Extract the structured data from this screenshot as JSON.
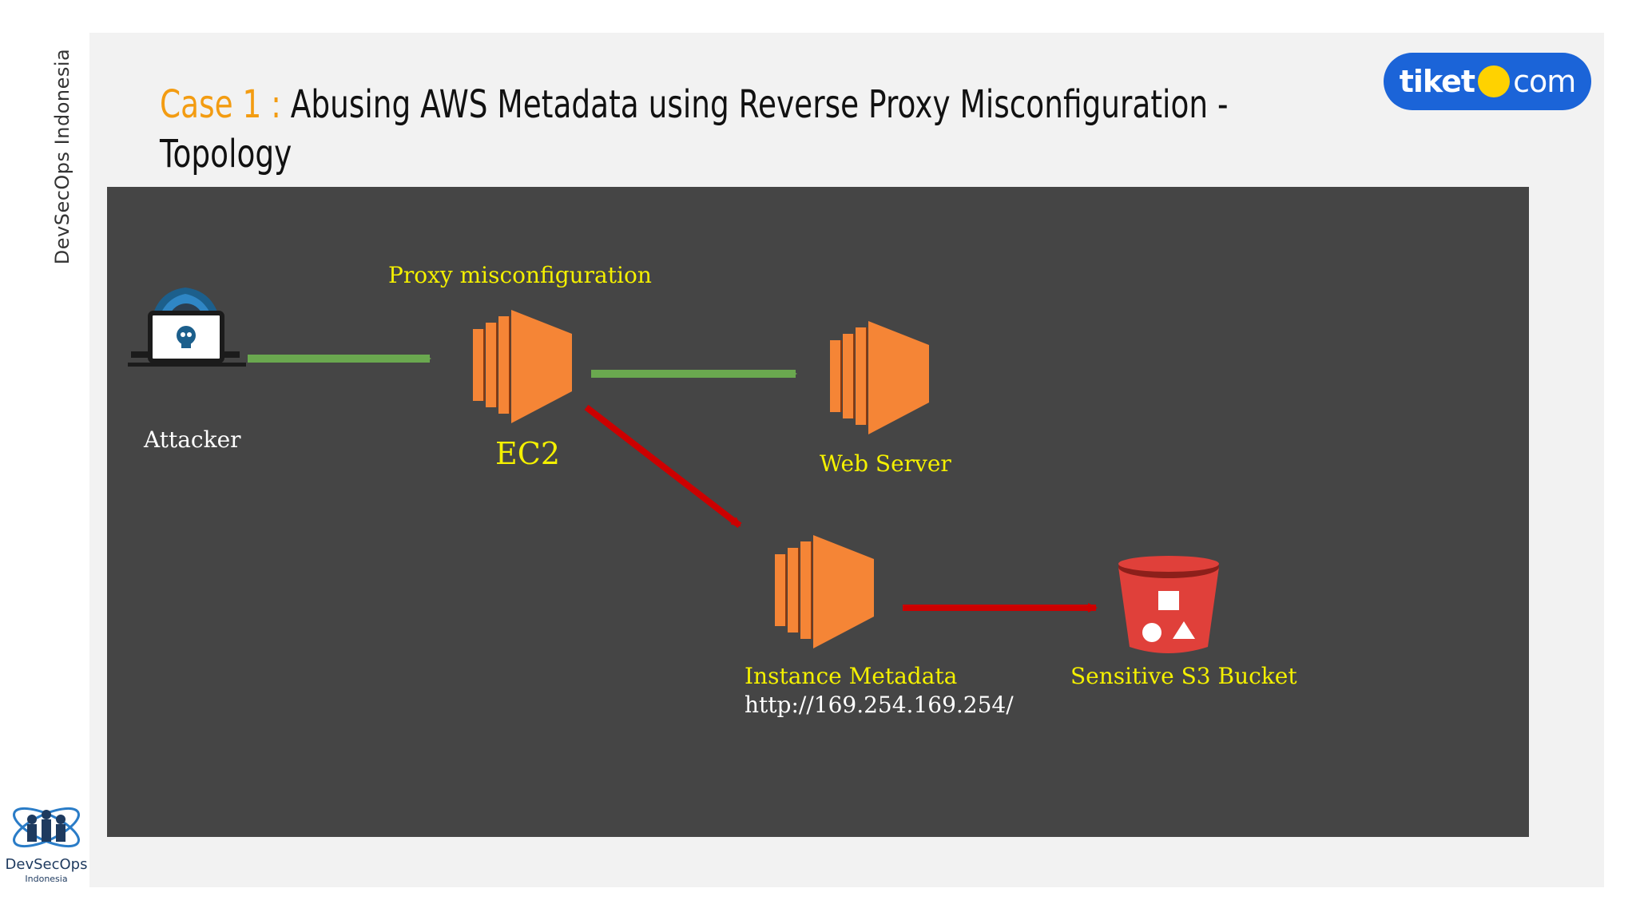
{
  "sidebar": {
    "brand_text": "DevSecOps Indonesia"
  },
  "header": {
    "title_prefix": "Case 1 :",
    "title_main": "Abusing AWS Metadata using Reverse Proxy Misconfiguration -",
    "title_line2": "Topology",
    "accent_color": "#f39c12"
  },
  "logos": {
    "tiket_left": "tiket",
    "tiket_right": "com",
    "devsecops_name": "DevSecOps",
    "devsecops_sub": "Indonesia"
  },
  "diagram": {
    "background_color": "#454545",
    "nodes": {
      "attacker": {
        "label": "Attacker",
        "icon": "hacker-icon"
      },
      "ec2": {
        "label": "EC2",
        "caption": "Proxy misconfiguration",
        "icon": "aws-ec2-icon"
      },
      "web_server": {
        "label": "Web Server",
        "icon": "aws-ec2-icon"
      },
      "instance_metadata": {
        "label": "Instance Metadata",
        "url": "http://169.254.169.254/",
        "icon": "aws-ec2-icon"
      },
      "s3_bucket": {
        "label": "Sensitive S3 Bucket",
        "icon": "aws-s3-bucket-icon"
      }
    },
    "edges": [
      {
        "from": "attacker",
        "to": "ec2",
        "color": "#6aa84f"
      },
      {
        "from": "ec2",
        "to": "web_server",
        "color": "#6aa84f"
      },
      {
        "from": "ec2",
        "to": "instance_metadata",
        "color": "#cc0000"
      },
      {
        "from": "instance_metadata",
        "to": "s3_bucket",
        "color": "#cc0000"
      }
    ],
    "label_color": "#f4f000",
    "ec2_color": "#f58536"
  }
}
